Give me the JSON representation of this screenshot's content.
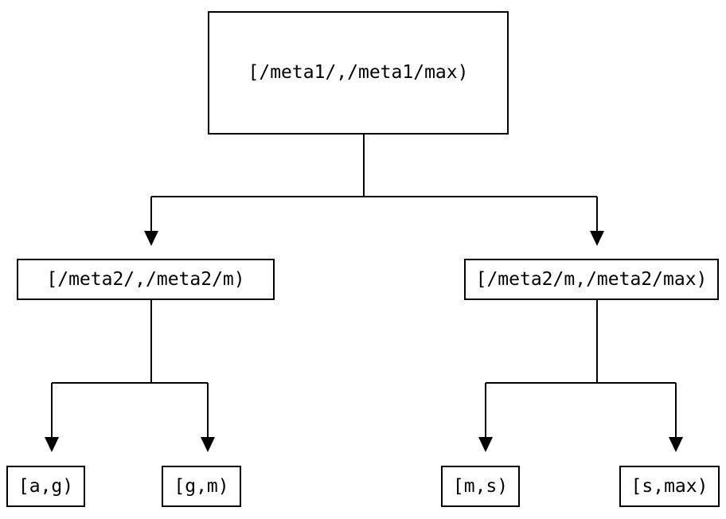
{
  "diagram": {
    "type": "tree",
    "background_color": "#ffffff",
    "line_color": "#000000",
    "node_border_color": "#000000",
    "node_fill_color": "#ffffff",
    "text_color": "#000000",
    "nodes": [
      {
        "id": "root",
        "level": 0,
        "label": "[/meta1/,/meta1/max)"
      },
      {
        "id": "left",
        "level": 1,
        "label": "[/meta2/,/meta2/m)"
      },
      {
        "id": "right",
        "level": 1,
        "label": "[/meta2/m,/meta2/max)"
      },
      {
        "id": "leaf-1",
        "level": 2,
        "label": "[a,g)"
      },
      {
        "id": "leaf-2",
        "level": 2,
        "label": "[g,m)"
      },
      {
        "id": "leaf-3",
        "level": 2,
        "label": "[m,s)"
      },
      {
        "id": "leaf-4",
        "level": 2,
        "label": "[s,max)"
      }
    ],
    "edges": [
      {
        "from": "root",
        "to": "left"
      },
      {
        "from": "root",
        "to": "right"
      },
      {
        "from": "left",
        "to": "leaf-1"
      },
      {
        "from": "left",
        "to": "leaf-2"
      },
      {
        "from": "right",
        "to": "leaf-3"
      },
      {
        "from": "right",
        "to": "leaf-4"
      }
    ]
  }
}
